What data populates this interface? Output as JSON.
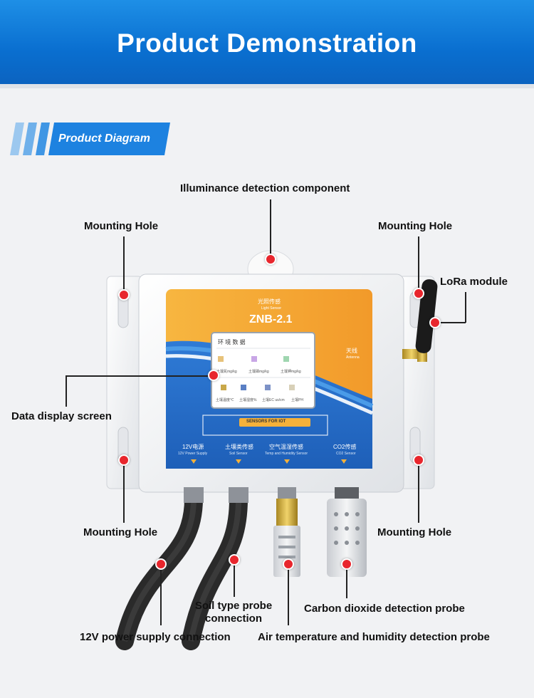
{
  "banner": {
    "title": "Product Demonstration"
  },
  "section_tag": {
    "label": "Product Diagram"
  },
  "device": {
    "top_label_cn": "光照传感",
    "top_label_en": "Light Sensor",
    "model": "ZNB-2.1",
    "antenna_cn": "天线",
    "antenna_en": "Antenna",
    "screen_title": "环 境 数 据",
    "screen_cells": [
      "土壤氮mg/kg",
      "土壤磷mg/kg",
      "土壤钾mg/kg",
      "土壤温度℃",
      "土壤湿度%",
      "土壤EC us/cm",
      "土壤PH"
    ],
    "sensors_badge": "SENSORS FOR IOT",
    "ports": [
      {
        "cn": "12V电源",
        "en": "12V Power Supply"
      },
      {
        "cn": "土壤类传感",
        "en": "Soil Sensor"
      },
      {
        "cn": "空气温湿传感",
        "en": "Temp and Humidity Sensor"
      },
      {
        "cn": "CO2传感",
        "en": "CO2 Sensor"
      }
    ]
  },
  "callouts": {
    "illuminance": "Illuminance detection component",
    "mount_tl": "Mounting Hole",
    "mount_tr": "Mounting Hole",
    "lora": "LoRa module",
    "display": "Data display screen",
    "mount_bl": "Mounting Hole",
    "mount_br": "Mounting Hole",
    "soil_probe_1": "Soil type probe",
    "soil_probe_2": "connection",
    "co2_probe": "Carbon dioxide detection probe",
    "power": "12V power supply connection",
    "air_probe": "Air temperature and humidity detection probe"
  },
  "colors": {
    "banner": "#0a6fd0",
    "accent": "#1e8fe6",
    "marker": "#e8262d",
    "panel_orange": "#f2a431",
    "panel_blue": "#2a6cc9"
  }
}
